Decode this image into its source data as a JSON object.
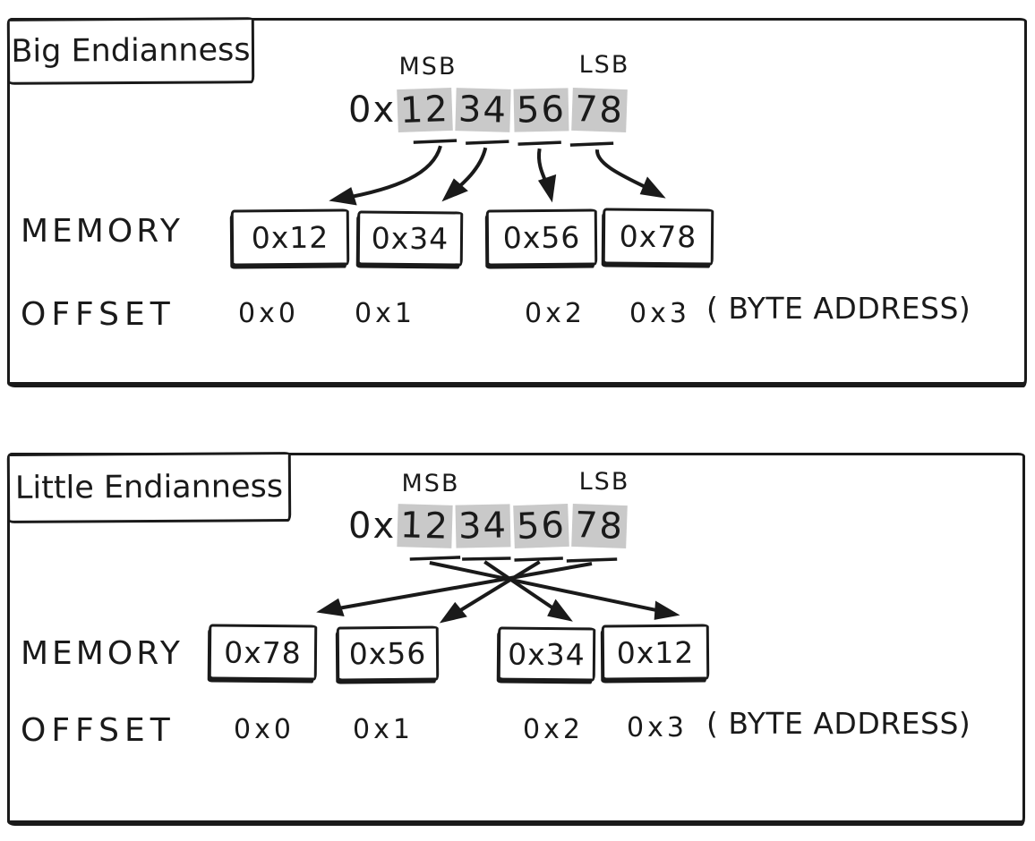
{
  "colors": {
    "ink": "#1a1a1a",
    "highlight": "#c9c9c9",
    "background": "#ffffff"
  },
  "panels": [
    {
      "title": "Big Endianness",
      "msb": "MSB",
      "lsb": "LSB",
      "hex_prefix": "0x",
      "bytes": [
        "12",
        "34",
        "56",
        "78"
      ],
      "memory_label": "MEMORY",
      "cells": [
        "0x12",
        "0x34",
        "0x56",
        "0x78"
      ],
      "offset_label": "OFFSET",
      "offsets": [
        "0x0",
        "0x1",
        "0x2",
        "0x3"
      ],
      "note": "( BYTE ADDRESS)"
    },
    {
      "title": "Little Endianness",
      "msb": "MSB",
      "lsb": "LSB",
      "hex_prefix": "0x",
      "bytes": [
        "12",
        "34",
        "56",
        "78"
      ],
      "memory_label": "MEMORY",
      "cells": [
        "0x78",
        "0x56",
        "0x34",
        "0x12"
      ],
      "offset_label": "OFFSET",
      "offsets": [
        "0x0",
        "0x1",
        "0x2",
        "0x3"
      ],
      "note": "( BYTE ADDRESS)"
    }
  ]
}
